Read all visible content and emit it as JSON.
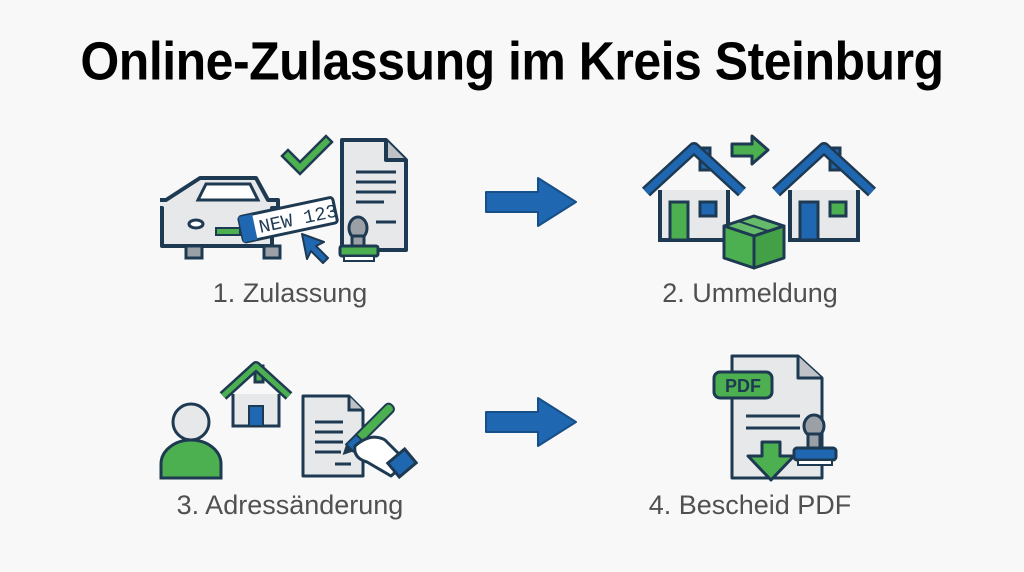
{
  "title": "Online-Zulassung im Kreis Steinburg",
  "colors": {
    "blue": "#1f67b1",
    "green": "#4caf50",
    "outline": "#1e3a52",
    "fill": "#e6e8ea",
    "label": "#505050"
  },
  "steps": [
    {
      "label": "1. Zulassung",
      "icon": "car-license-plate-icon",
      "plate_text": "NEW 123"
    },
    {
      "label": "2. Ummeldung",
      "icon": "houses-moving-box-icon"
    },
    {
      "label": "3. Adressänderung",
      "icon": "person-house-document-signing-icon"
    },
    {
      "label": "4. Bescheid PDF",
      "icon": "pdf-document-stamp-download-icon",
      "badge_text": "PDF"
    }
  ],
  "arrows": [
    "right-arrow",
    "right-arrow"
  ]
}
